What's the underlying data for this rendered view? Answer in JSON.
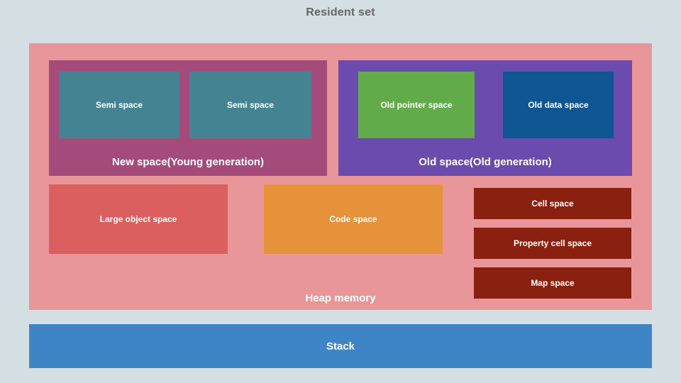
{
  "diagram": {
    "title": "Resident set",
    "background_color": "#d3dfe3",
    "title_color": "#666666",
    "heap": {
      "label": "Heap memory",
      "color": "#e89699",
      "generations": [
        {
          "label": "New space(Young generation)",
          "color": "#a54b7c",
          "children": [
            {
              "label": "Semi space",
              "color": "#448492"
            },
            {
              "label": "Semi space",
              "color": "#448492"
            }
          ]
        },
        {
          "label": "Old space(Old generation)",
          "color": "#6b4bad",
          "children": [
            {
              "label": "Old pointer space",
              "color": "#62ab4a"
            },
            {
              "label": "Old data space",
              "color": "#0f5592"
            }
          ]
        }
      ],
      "regions": [
        {
          "label": "Large object space",
          "color": "#db5f5e"
        },
        {
          "label": "Code space",
          "color": "#e5923a"
        },
        {
          "label": "Cell space",
          "color": "#8a2010"
        },
        {
          "label": "Property cell space",
          "color": "#8a2010"
        },
        {
          "label": "Map space",
          "color": "#8a2010"
        }
      ]
    },
    "stack": {
      "label": "Stack",
      "color": "#3d85c6"
    }
  }
}
